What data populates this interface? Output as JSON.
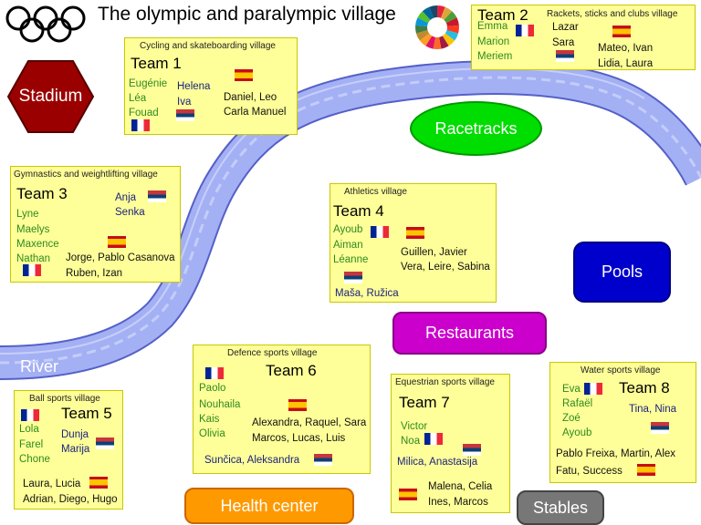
{
  "header": {
    "title": "The olympic and paralympic village"
  },
  "places": {
    "stadium": "Stadium",
    "racetracks": "Racetracks",
    "pools": "Pools",
    "restaurants": "Restaurants",
    "health_center": "Health center",
    "stables": "Stables",
    "river": "River"
  },
  "teams": [
    {
      "village": "Rackets, sticks and clubs village",
      "name": "Team 2",
      "fr": [
        "Emma",
        "Marion",
        "Meriem"
      ],
      "rs": [
        "Lazar",
        "Sara"
      ],
      "es": [
        "Mateo, Ivan",
        "Lidia, Laura"
      ]
    },
    {
      "village": "Cycling and skateboarding village",
      "name": "Team 1",
      "fr": [
        "Eugénie",
        "Léa",
        "Fouad"
      ],
      "rs": [
        "Helena",
        "Iva"
      ],
      "es": [
        "Daniel, Leo",
        "Carla Manuel"
      ]
    },
    {
      "village": "Gymnastics and weightlifting village",
      "name": "Team 3",
      "fr": [
        "Lyne",
        "Maelys",
        "Maxence",
        "Nathan"
      ],
      "rs": [
        "Anja",
        "Senka"
      ],
      "es": [
        "Jorge, Pablo Casanova",
        "Ruben, Izan"
      ]
    },
    {
      "village": "Athletics village",
      "name": "Team 4",
      "fr": [
        "Ayoub",
        "Aiman",
        "Léanne"
      ],
      "rs": [
        "Maša, Ružica"
      ],
      "es": [
        "Guillen, Javier",
        "Vera, Leire, Sabina"
      ]
    },
    {
      "village": "Defence sports village",
      "name": "Team 6",
      "fr": [
        "Paolo",
        "Nouhaila",
        "Kais",
        "Olivia"
      ],
      "rs": [
        "Sunčica, Aleksandra"
      ],
      "es": [
        "Alexandra, Raquel, Sara",
        "Marcos, Lucas, Luis"
      ]
    },
    {
      "village": "Ball sports village",
      "name": "Team 5",
      "fr": [
        "Lola",
        "Farel",
        "Chone"
      ],
      "rs": [
        "Dunja",
        "Marija"
      ],
      "es": [
        "Laura, Lucia",
        "Adrian, Diego, Hugo"
      ]
    },
    {
      "village": "Equestrian sports village",
      "name": "Team 7",
      "fr": [
        "Victor",
        "Noa"
      ],
      "rs": [
        "Milica, Anastasija"
      ],
      "es": [
        "Malena, Celia",
        "Ines, Marcos"
      ]
    },
    {
      "village": "Water sports village",
      "name": "Team 8",
      "fr": [
        "Eva",
        "Rafaël",
        "Zoé",
        "Ayoub"
      ],
      "rs": [
        "Tina, Nina"
      ],
      "es": [
        "Pablo Freixa, Martin, Alex",
        "Fatu, Success"
      ]
    }
  ],
  "colors": {
    "french_names": "#2e8b1e",
    "serbian_names": "#1a237e",
    "spanish_names": "#111111",
    "river": "#9aa8f0",
    "stadium": "#9b0000"
  },
  "icons": [
    "olympic-rings-icon",
    "sdg-wheel-icon",
    "france-flag-icon",
    "spain-flag-icon",
    "serbia-flag-icon"
  ]
}
